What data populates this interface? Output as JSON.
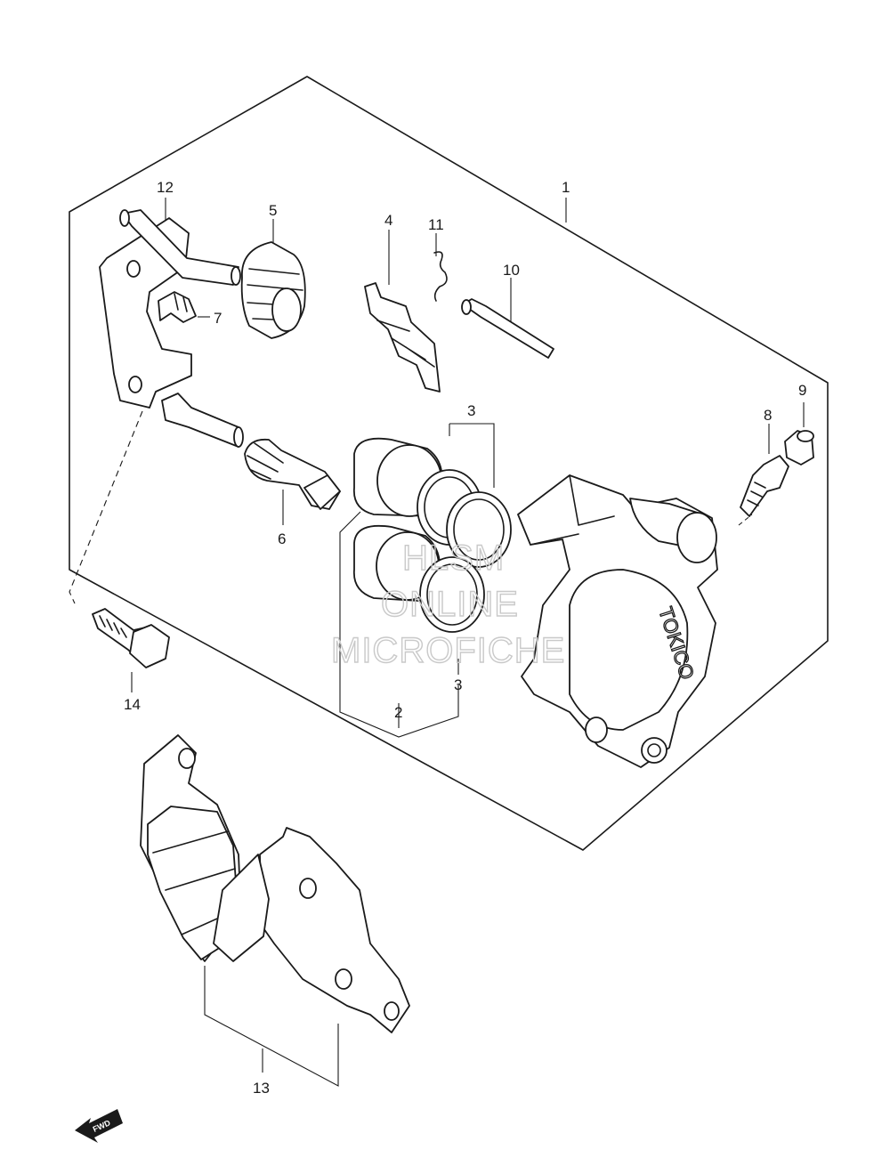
{
  "diagram": {
    "brand_text": "TOKICO",
    "direction_badge": "FWD",
    "watermark": [
      "HLSM",
      "ONLINE",
      "MICROFICHE"
    ],
    "callouts": {
      "c1": "1",
      "c2": "2",
      "c3a": "3",
      "c3b": "3",
      "c4": "4",
      "c5": "5",
      "c6": "6",
      "c7": "7",
      "c8": "8",
      "c9": "9",
      "c10": "10",
      "c11": "11",
      "c12": "12",
      "c13": "13",
      "c14": "14"
    }
  }
}
